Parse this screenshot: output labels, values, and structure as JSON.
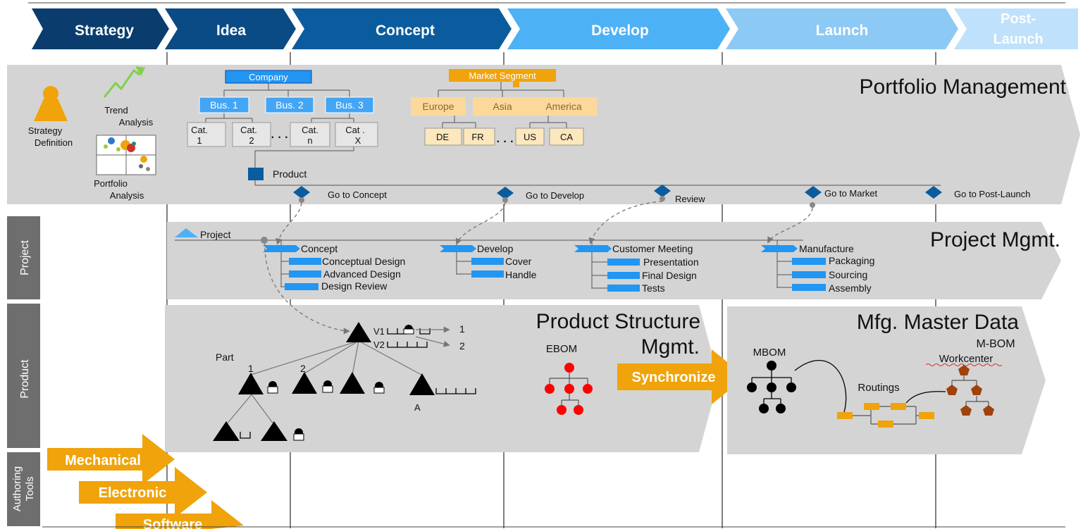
{
  "phases": [
    "Strategy",
    "Idea",
    "Concept",
    "Develop",
    "Launch",
    "Post-",
    "Launch"
  ],
  "row_labels": {
    "project": "Project",
    "product": "Product",
    "authoring_1": "Authoring",
    "authoring_2": "Tools"
  },
  "portfolio": {
    "title": "Portfolio Management",
    "strategy_def_1": "Strategy",
    "strategy_def_2": "Definition",
    "trend_1": "Trend",
    "trend_2": "Analysis",
    "portfolio_1": "Portfolio",
    "portfolio_2": "Analysis",
    "company": "Company",
    "bus": [
      "Bus. 1",
      "Bus. 2",
      "Bus. 3"
    ],
    "cats": [
      [
        "Cat.",
        "1"
      ],
      [
        "Cat.",
        "2"
      ],
      [
        "Cat.",
        "n"
      ],
      [
        "Cat .",
        "X"
      ]
    ],
    "dots": "· · ·",
    "market_segment": "Market Segment",
    "regions": [
      "Europe",
      "Asia",
      "America"
    ],
    "countries": [
      "DE",
      "FR",
      "US",
      "CA"
    ],
    "product": "Product",
    "gates": [
      "Go to Concept",
      "Go to Develop",
      "Review",
      "Go to Market",
      "Go to Post-Launch"
    ]
  },
  "project": {
    "title": "Project Mgmt.",
    "project_label": "Project",
    "groups": [
      {
        "name": "Concept",
        "tasks": [
          "Conceptual Design",
          "Advanced Design",
          "Design Review"
        ]
      },
      {
        "name": "Develop",
        "tasks": [
          "Cover",
          "Handle"
        ]
      },
      {
        "name": "Customer Meeting",
        "tasks": [
          "Presentation",
          "Final Design",
          "Tests"
        ]
      },
      {
        "name": "Manufacture",
        "tasks": [
          "Packaging",
          "Sourcing",
          "Assembly"
        ]
      }
    ]
  },
  "product": {
    "title_1": "Product Structure",
    "title_2": "Mgmt.",
    "part": "Part",
    "one": "1",
    "two": "2",
    "a": "A",
    "v1": "V1",
    "v2": "V2",
    "out1": "1",
    "out2": "2",
    "ebom": "EBOM",
    "synchronize": "Synchronize"
  },
  "mfg": {
    "title": "Mfg. Master Data",
    "mbom": "MBOM",
    "m_bom": "M-BOM",
    "workcenter": "Workcenter",
    "routings": "Routings"
  },
  "tools": [
    "Mechanical",
    "Electronic",
    "Software"
  ],
  "colors": {
    "phase_dark": "#0a3d6e",
    "phase_mid": "#0b5c9e",
    "phase_light": "#4db1f5",
    "phase_lighter": "#8cc9f5",
    "phase_lightest": "#bfe1fb",
    "band_gray": "#d4d4d4",
    "row_label": "#6e6e6e",
    "orange": "#f0a30a",
    "blue_box": "#2196f3",
    "tan_box": "#fcd99a",
    "red": "#ff0000",
    "brown": "#a0420a"
  }
}
